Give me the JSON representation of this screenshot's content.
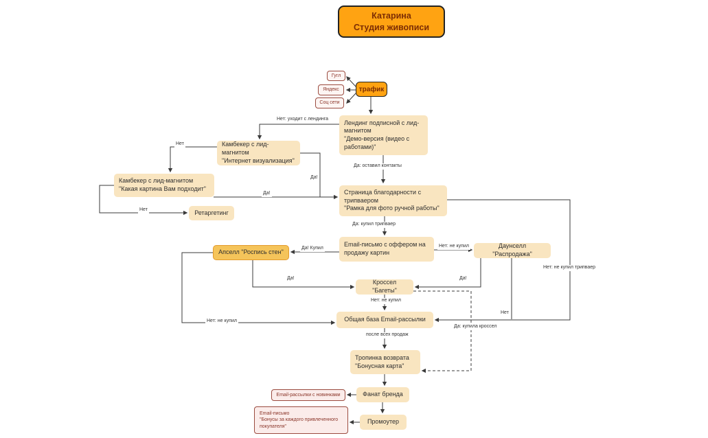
{
  "title": "Катарина\nСтудия  живописи",
  "nodes": {
    "google": "Гугл",
    "yandex": "Яндекс",
    "social": "Соц сети",
    "traffic": "трафик",
    "landing": "Лендинг подписной с лид-магнитом\n\"Демо-версия (видео с работами)\"",
    "comebacker1": "Камбекер с лид-магнитом\n\"Интернет визуализация\"",
    "comebacker2": "Камбекер с лид-магнитом\n\"Какая картина Вам подходит\"",
    "retargeting": "Ретаргетинг",
    "thankyou": "Страница благодарности с трипваером\n\"Рамка для фото ручной работы\"",
    "email_offer": "Email-письмо с оффером на продажу картин",
    "downsell": "Даунселл \"Распродажа\"",
    "upsell": "Апселл \"Роспись стен\"",
    "crosssell": "Кроссел \"Багеты\"",
    "email_base": "Общая база Email-рассылки",
    "return_path": "Тропинка возврата\n\"Бонусная карта\"",
    "brand_fan": "Фанат бренда",
    "newsletter": "Email-рассылки с новинками",
    "promoter": "Промоутер",
    "bonus_email": "Email-письмо\n\"Бонусы за каждого привлеченного покупателя\""
  },
  "edge_labels": {
    "no_leaves_landing": "Нет: уходит с лендинга",
    "no_comebacker1": "Нет",
    "yes_comebacker1": "Да!",
    "no_comebacker2": "Нет",
    "yes_comebacker2": "Да!",
    "yes_contacts": "Да: оставил контакты",
    "yes_tripwire": "Да: купил трипваер",
    "no_tripwire": "Нет: не купил трипваер",
    "no_email_offer": "Нет: не купил",
    "yes_email_offer": "Да! Купил",
    "yes_upsell": "Да!",
    "yes_downsell": "Да!",
    "no_crosssell": "Нет: не купил",
    "no_downsell": "Нет",
    "no_upsell": "Нет: не купил",
    "yes_crosssell": "Да: купила кроссел",
    "after_sales": "после всех продаж"
  },
  "colors": {
    "orange": "#FFA312",
    "cream": "#F9E5C0",
    "highlight": "#F5C45A",
    "pink": "#FBECEA",
    "dark_red_text": "#8A3428",
    "title_text": "#7C2D04",
    "line": "#3A3A3A"
  }
}
